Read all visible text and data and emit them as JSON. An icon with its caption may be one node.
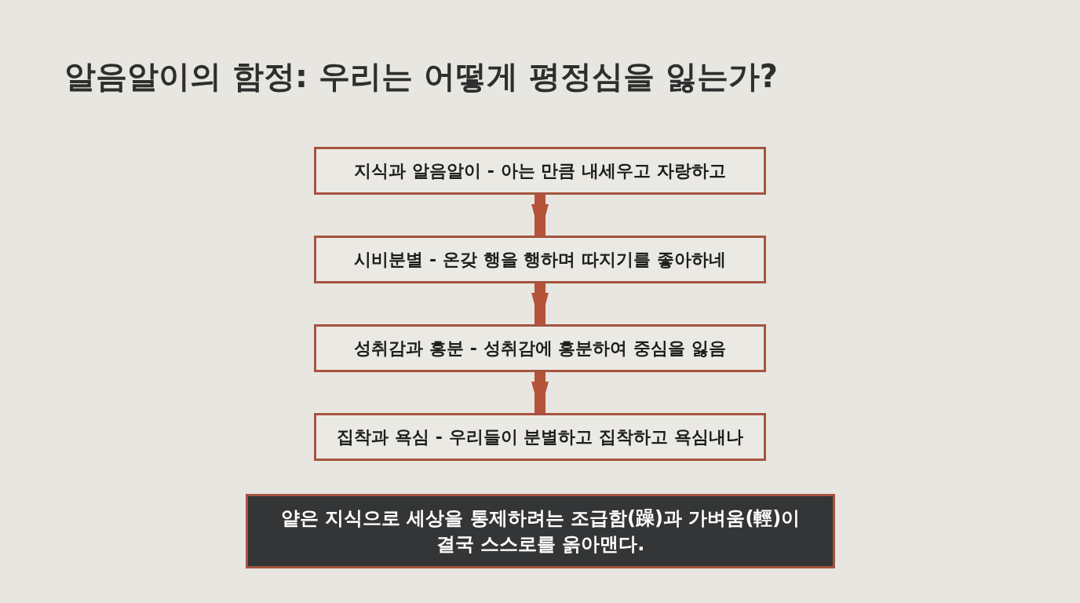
{
  "diagram": {
    "title": "알음알이의 함정: 우리는 어떻게 평정심을 잃는가?",
    "nodes": [
      {
        "text": [
          "지식과 알음알이 - 아는 만큼 내세우고 자랑하고"
        ]
      },
      {
        "text": [
          "시비분별 - 온갖 행을 행하며 따지기를 좋아하네"
        ]
      },
      {
        "text": [
          "성취감과 흥분 - 성취감에 흥분하여 중심을 잃음"
        ]
      },
      {
        "text": [
          "집착과 욕심 - 우리들이 분별하고 집착하고 욕심내나"
        ]
      },
      {
        "text": [
          "얕은 지식으로 세상을 통제하려는 조급함(躁)과 가벼움(輕)이 결국 스스로를 옭아맨다."
        ]
      }
    ],
    "edges": [
      {
        "from": 0,
        "to": 1,
        "arrow": "to"
      },
      {
        "from": 1,
        "to": 2,
        "arrow": "to"
      },
      {
        "from": 2,
        "to": 3,
        "arrow": "to"
      }
    ]
  }
}
